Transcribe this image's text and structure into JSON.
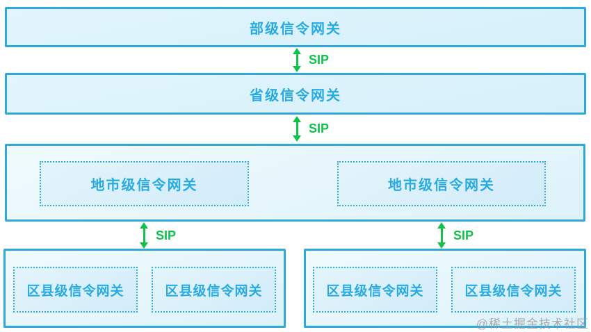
{
  "nodes": {
    "ministry": "部级信令网关",
    "province": "省级信令网关",
    "city": [
      "地市级信令网关",
      "地市级信令网关"
    ],
    "county_left": [
      "区县级信令网关",
      "区县级信令网关"
    ],
    "county_right": [
      "区县级信令网关",
      "区县级信令网关"
    ]
  },
  "connectors": [
    {
      "label": "SIP"
    },
    {
      "label": "SIP"
    },
    {
      "label": "SIP"
    },
    {
      "label": "SIP"
    }
  ],
  "watermark": "@稀土掘金技术社区",
  "colors": {
    "node_border": "#2fa9dc",
    "node_fill": "#d9f1fb",
    "label_blue": "#29abe2",
    "arrow_green": "#10c14b",
    "watermark_gray": "#9e9e9e"
  }
}
